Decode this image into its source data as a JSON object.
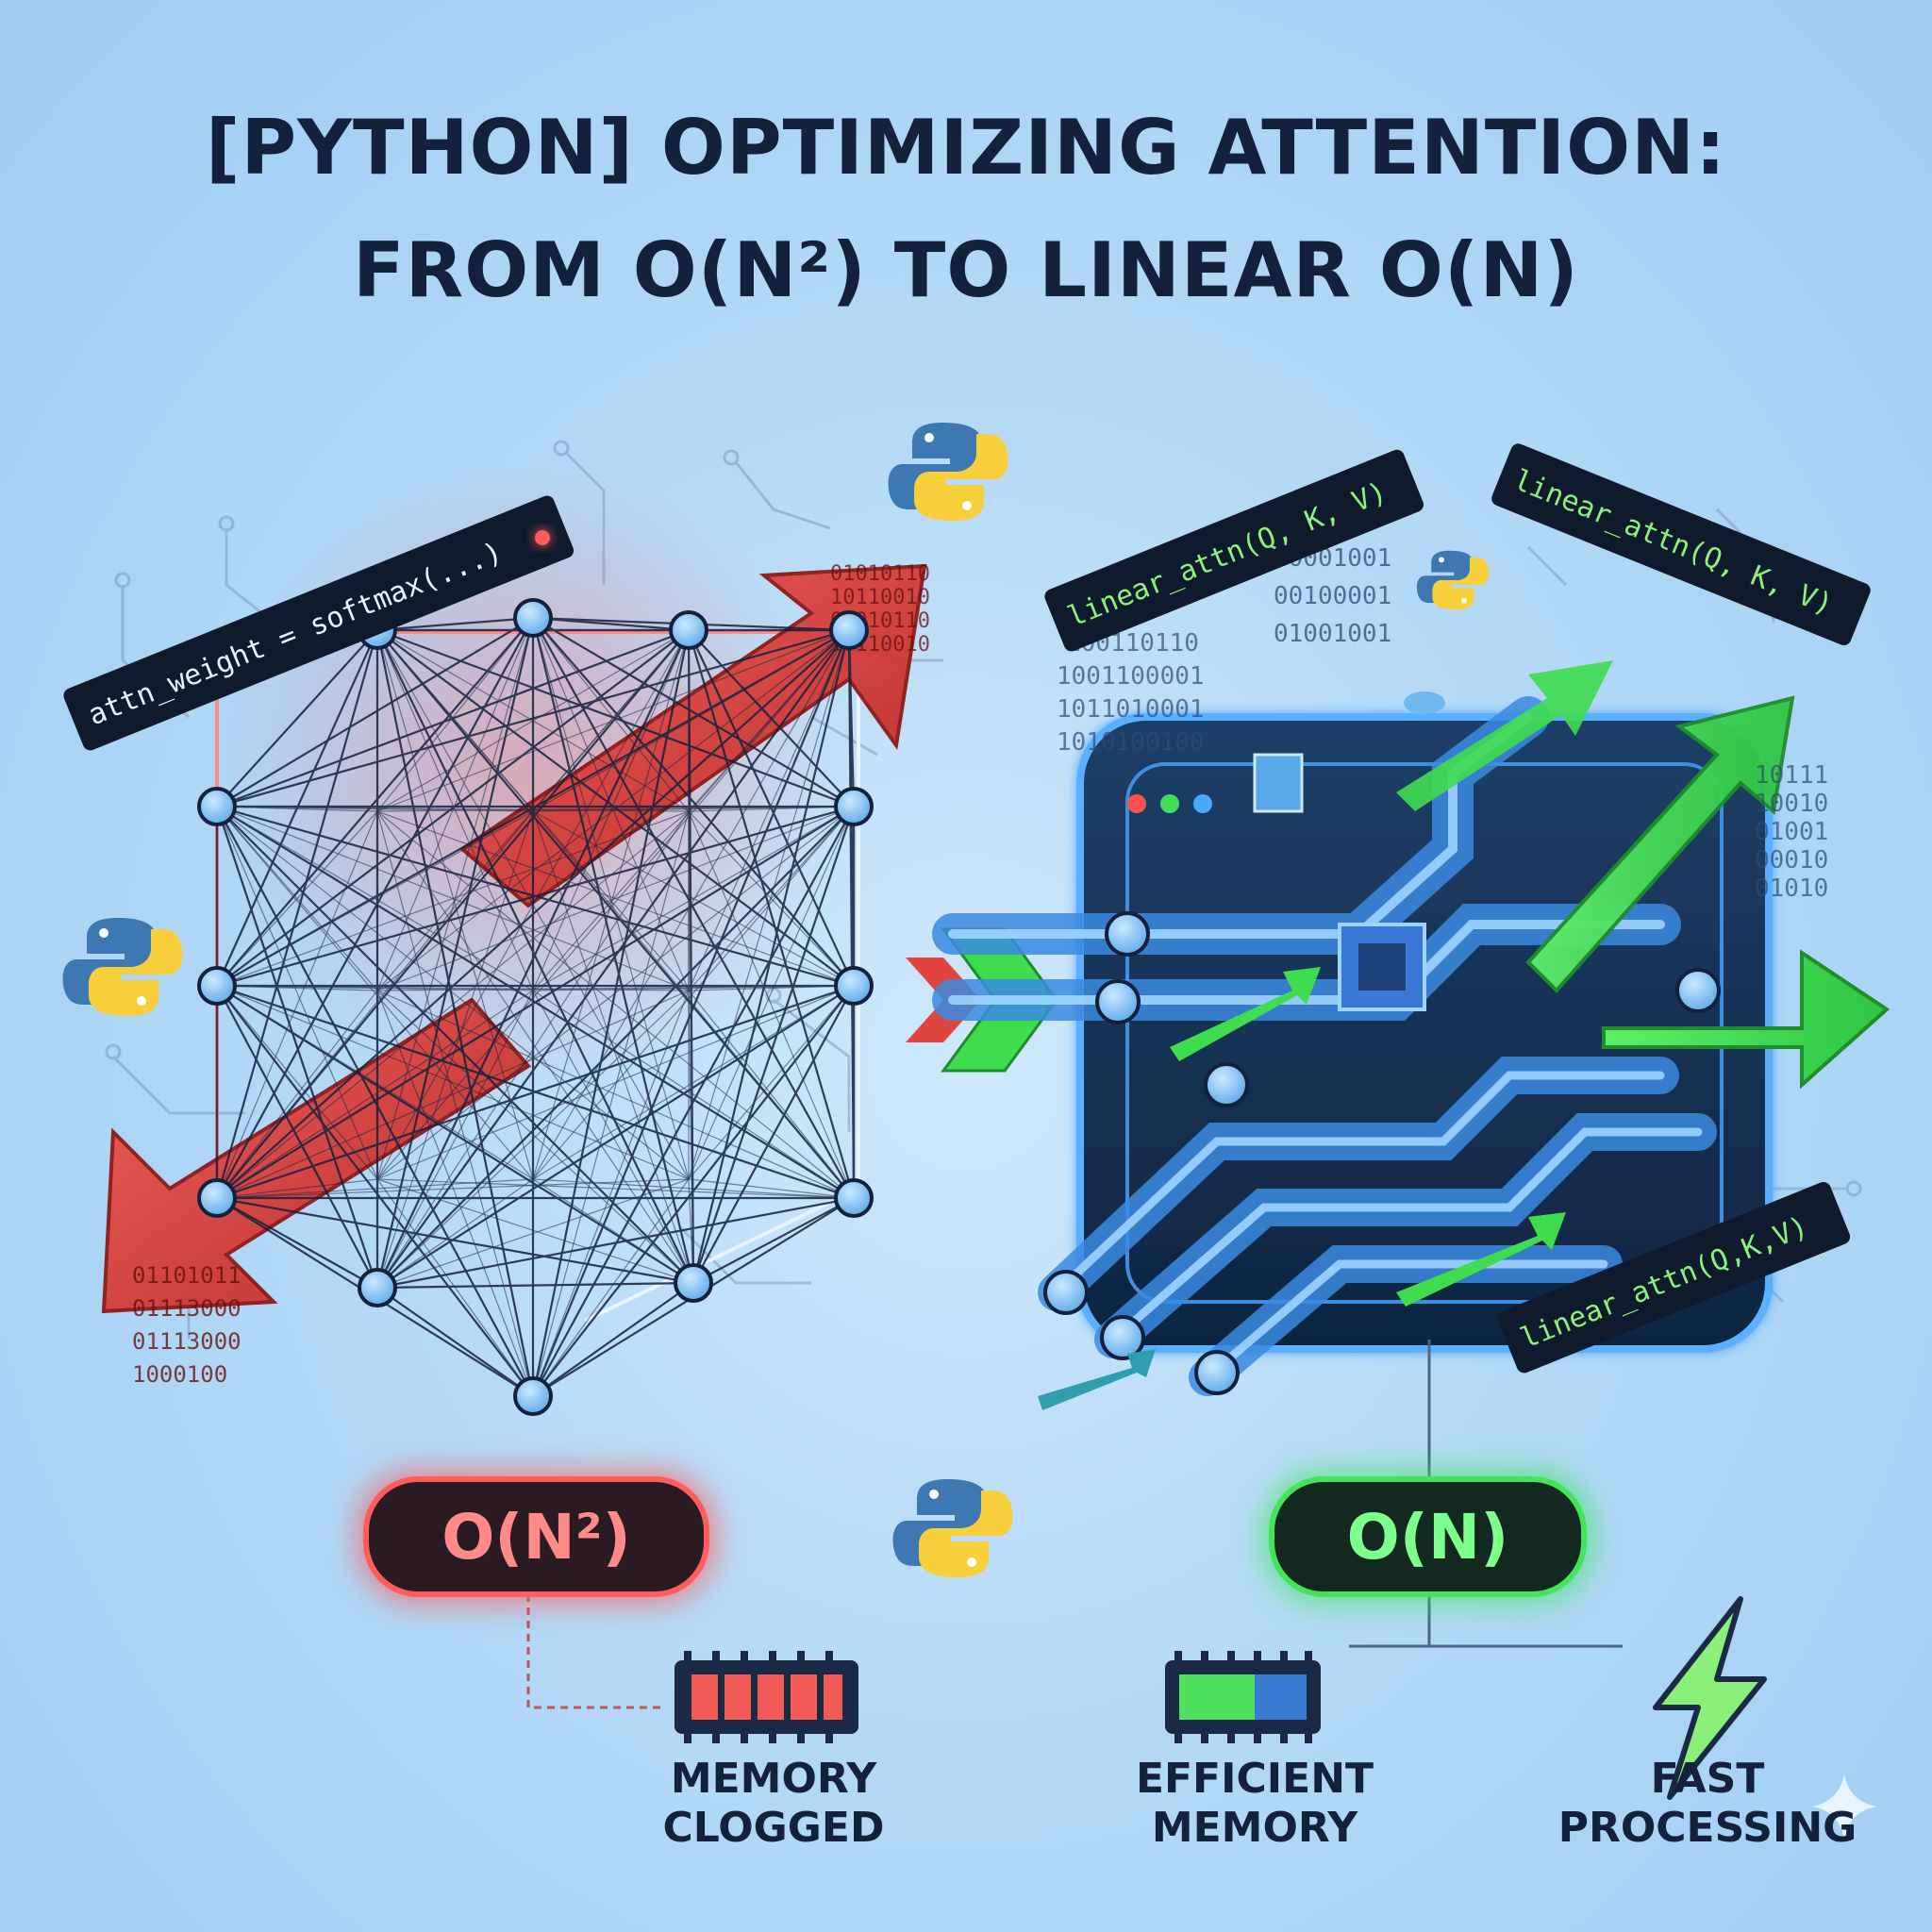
{
  "title": {
    "line1": "[PYTHON] OPTIMIZING ATTENTION:",
    "line2": "FROM O(N²) TO LINEAR O(N)"
  },
  "left_panel": {
    "code_label": "attn_weight = softmax(...)",
    "binary_top": [
      "01010110",
      "10110010",
      "01010110",
      "10110010"
    ],
    "binary_bottom": [
      "01101011",
      "01113000",
      "01113000",
      "1000100"
    ],
    "badge": "O(N²)",
    "caption_line1": "MEMORY",
    "caption_line2": "CLOGGED",
    "accent_color": "#e0443e"
  },
  "right_panel": {
    "code_label_1": "linear_attn(Q, K, V)",
    "code_label_2": "linear_attn(Q, K, V)",
    "code_label_3": "linear_attn(Q,K,V)",
    "binary_center": [
      "00001001",
      "00100001",
      "01001001"
    ],
    "binary_left": [
      "100110110",
      "1001100001",
      "1011010001",
      "1010100100"
    ],
    "binary_right": [
      "10111",
      "10010",
      "01001",
      "00010",
      "01010"
    ],
    "badge": "O(N)",
    "caption_efficient_line1": "EFFICIENT",
    "caption_efficient_line2": "MEMORY",
    "caption_fast_line1": "FAST",
    "caption_fast_line2": "PROCESSING",
    "accent_color": "#3fdc4f"
  },
  "icons": [
    "python-logo-icon",
    "memory-chip-icon",
    "lightning-bolt-icon",
    "window-dots-icon",
    "sparkle-icon"
  ]
}
